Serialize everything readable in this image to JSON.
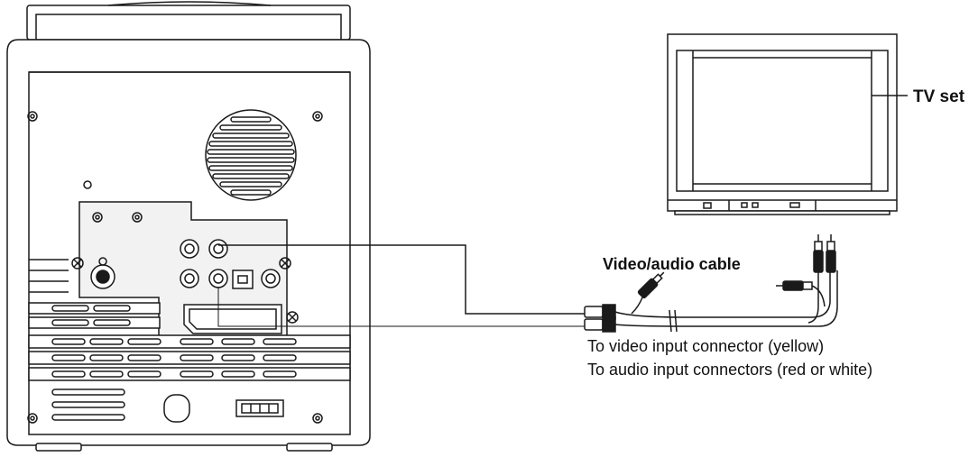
{
  "labels": {
    "tv_set": "TV set",
    "cable": "Video/audio cable",
    "video_input": "To video input connector (yellow)",
    "audio_input": "To audio input connectors (red or white)"
  },
  "colors": {
    "stroke": "#1a1a1a",
    "background": "#ffffff",
    "panel_fill": "#f2f2f2"
  }
}
